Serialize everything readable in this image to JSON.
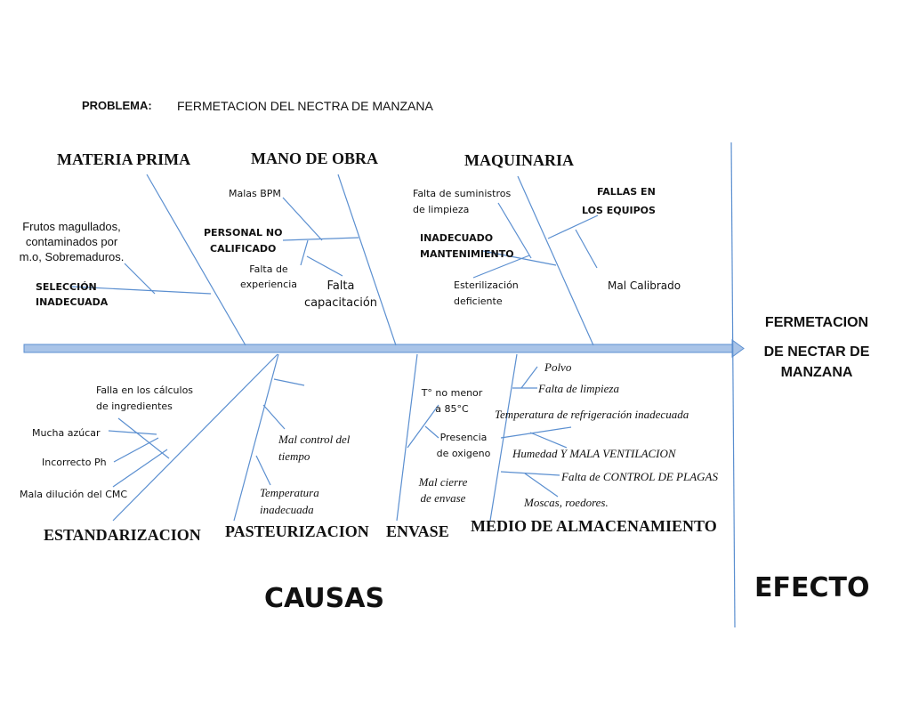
{
  "problem": {
    "label": "PROBLEMA:",
    "text": "FERMETACION DEL NECTRA DE MANZANA"
  },
  "effect": {
    "line1": "FERMETACION",
    "line2": "DE NECTAR DE",
    "line3": "MANZANA"
  },
  "footer": {
    "causes": "CAUSAS",
    "effect": "EFECTO"
  },
  "colors": {
    "spine": "#a9c4e8",
    "spine_edge": "#5b8fd0",
    "line": "#5b8fd0",
    "text": "#111111"
  },
  "categories": {
    "materia_prima": {
      "title": "MATERIA PRIMA",
      "c1": "Frutos magullados,",
      "c2": "contaminados por",
      "c3": "m.o, Sobremaduros.",
      "c4": "SELECCIÓN",
      "c5": "INADECUADA"
    },
    "mano_de_obra": {
      "title": "MANO DE OBRA",
      "c1": "Malas BPM",
      "c2": "PERSONAL NO",
      "c3": "CALIFICADO",
      "c4": "Falta de",
      "c5": "experiencia",
      "c6": "Falta",
      "c7": "capacitación"
    },
    "maquinaria": {
      "title": "MAQUINARIA",
      "c1": "Falta de suministros",
      "c2": "de limpieza",
      "c3": "INADECUADO",
      "c4": "MANTENIMIENTO",
      "c5": "Esterilización",
      "c6": "deficiente",
      "c7": "FALLAS EN",
      "c8": "LOS EQUIPOS",
      "c9": "Mal Calibrado"
    },
    "estandarizacion": {
      "title": "ESTANDARIZACION",
      "c1": "Falla en los cálculos",
      "c2": "de ingredientes",
      "c3": "Mucha azúcar",
      "c4": "Incorrecto Ph",
      "c5": "Mala dilución del CMC"
    },
    "pasteurizacion": {
      "title": "PASTEURIZACION",
      "c1": "Mal control del",
      "c2": "tiempo",
      "c3": "Temperatura",
      "c4": "inadecuada"
    },
    "envase": {
      "title": "ENVASE",
      "c1": "T° no menor",
      "c2": "a 85°C",
      "c3": "Presencia",
      "c4": "de oxigeno",
      "c5": "Mal cierre",
      "c6": "de envase"
    },
    "almacenamiento": {
      "title": "MEDIO DE ALMACENAMIENTO",
      "c1": "Polvo",
      "c2": "Falta de limpieza",
      "c3": "Temperatura de refrigeración inadecuada",
      "c4": "Humedad Y MALA VENTILACION",
      "c5": "Falta de CONTROL DE PLAGAS",
      "c6": "Moscas, roedores."
    }
  }
}
